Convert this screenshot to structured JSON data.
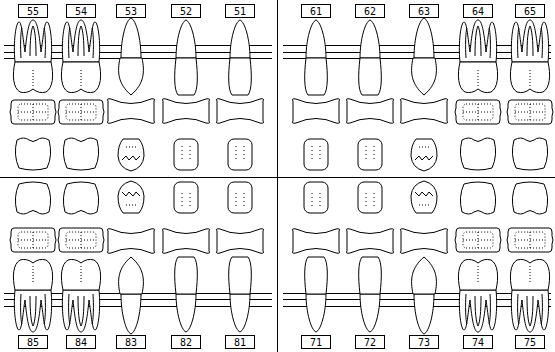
{
  "diagram": {
    "nodes": [
      {
        "text": [
          "55"
        ]
      },
      {
        "text": [
          "54"
        ]
      },
      {
        "text": [
          "53"
        ]
      },
      {
        "text": [
          "52"
        ]
      },
      {
        "text": [
          "51"
        ]
      },
      {
        "text": [
          "61"
        ]
      },
      {
        "text": [
          "62"
        ]
      },
      {
        "text": [
          "63"
        ]
      },
      {
        "text": [
          "64"
        ]
      },
      {
        "text": [
          "65"
        ]
      },
      {
        "text": [
          "85"
        ]
      },
      {
        "text": [
          "84"
        ]
      },
      {
        "text": [
          "83"
        ]
      },
      {
        "text": [
          "82"
        ]
      },
      {
        "text": [
          "81"
        ]
      },
      {
        "text": [
          "71"
        ]
      },
      {
        "text": [
          "72"
        ]
      },
      {
        "text": [
          "73"
        ]
      },
      {
        "text": [
          "74"
        ]
      },
      {
        "text": [
          "75"
        ]
      }
    ]
  }
}
